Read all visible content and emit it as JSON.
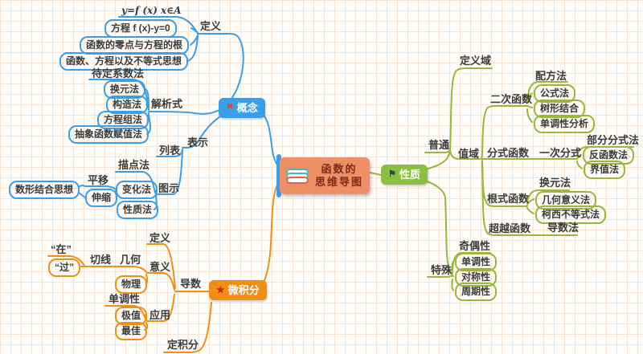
{
  "colors": {
    "blue": "#3D9EE8",
    "orange": "#F28D15",
    "green-line": "#9CB53C",
    "green-node": "#8CBE3F",
    "root-bg": "#EE8F66",
    "root-text": "#7F2A16",
    "text": "#3B3B3B",
    "grid": "#F8E4D2"
  },
  "icons": {
    "concept_flag": "⚑",
    "nature_flag": "⚑",
    "calculus_star": "★"
  },
  "root": {
    "line1": "函数的",
    "line2": "思维导图"
  },
  "concept": {
    "label": "概念",
    "definition": "定义",
    "fx": "y=f (x)  x∈A",
    "equation": "方程 f (x)-y=0",
    "zeros": "函数的零点与方程的根",
    "ideas": "函数、方程以及不等式思想",
    "analytic": "解析式",
    "undetermined": "待定系数法",
    "substitution": "换元法",
    "construction": "构造法",
    "equations_method": "方程组法",
    "abstract_assign": "抽象函数赋值法",
    "represent": "表示",
    "list": "列表",
    "graphic": "图示",
    "plotting": "描点法",
    "transform": "变化法",
    "translate": "平移",
    "scale": "伸缩",
    "shape_combination": "数形结合思想",
    "property_method": "性质法"
  },
  "calculus": {
    "label": "微积分",
    "derivative": "导数",
    "definition": "定义",
    "meaning": "意义",
    "geometry": "几何",
    "tangent": "切线",
    "at": "“在”",
    "through": "“过”",
    "physics": "物理",
    "application": "应用",
    "monotonicity": "单调性",
    "extremum": "极值",
    "optimum": "最佳",
    "integral": "定积分"
  },
  "nature": {
    "label": "性质",
    "ordinary": "普通",
    "domain": "定义域",
    "range": "值域",
    "quadratic": "二次函数",
    "complete_square": "配方法",
    "formula": "公式法",
    "tree_combination": "树形结合",
    "mono_analysis": "单调性分析",
    "fraction": "分式函数",
    "linear_fraction": "一次分式",
    "partial_fraction": "部分分式法",
    "inverse_function": "反函数法",
    "bound_value": "界值法",
    "radical": "根式函数",
    "substitution": "换元法",
    "geometric_meaning": "几何意义法",
    "cauchy": "柯西不等式法",
    "transcendental": "超越函数",
    "derivative_method": "导数法",
    "special": "特殊",
    "parity": "奇偶性",
    "monotonicity": "单调性",
    "symmetry": "对称性",
    "periodicity": "周期性"
  }
}
